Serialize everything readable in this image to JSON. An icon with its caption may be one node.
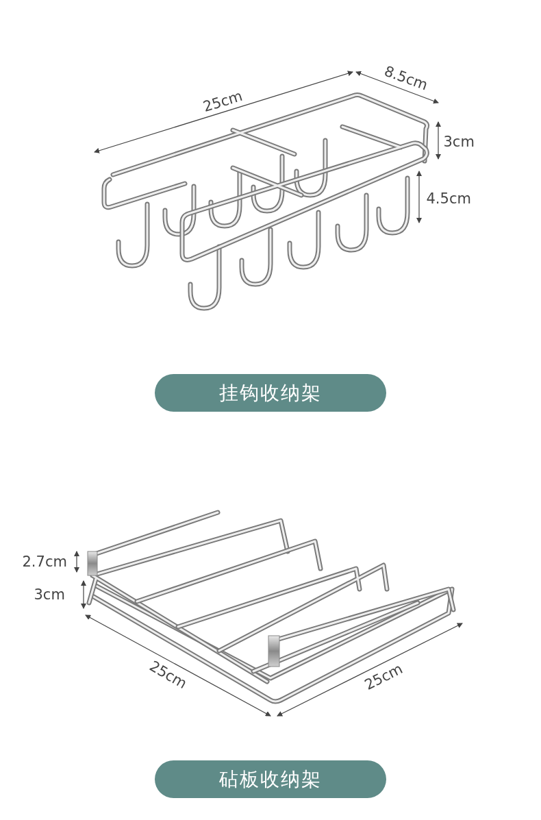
{
  "diagram": {
    "nodes": [
      {
        "text": [
          "挂钩收纳架"
        ]
      },
      {
        "text": [
          "砧板收纳架"
        ]
      }
    ],
    "labels": [
      "25cm",
      "8.5cm",
      "3cm",
      "4.5cm",
      "2.7cm",
      "3cm",
      "25cm",
      "25cm"
    ]
  }
}
